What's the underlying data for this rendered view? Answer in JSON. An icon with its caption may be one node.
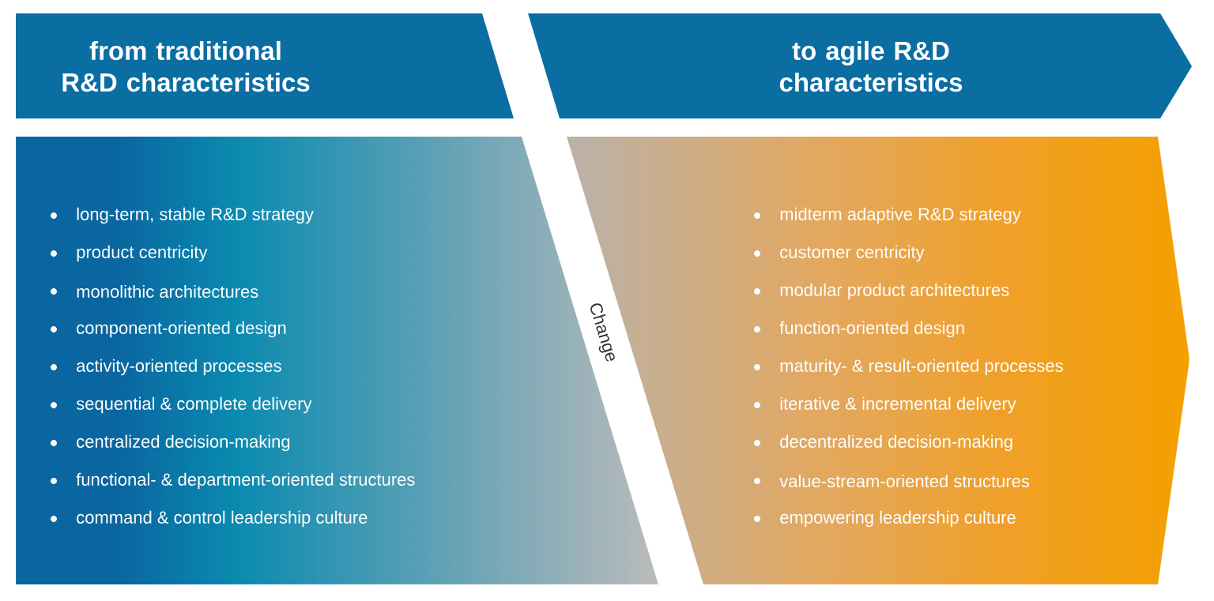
{
  "diagram": {
    "nodes": [
      {
        "text": [
          "from traditional R&D characteristics"
        ]
      },
      {
        "text": [
          "to agile R&D characteristics"
        ]
      },
      {
        "text": [
          "long-term, stable R&D strategy",
          "product centricity",
          "monolithic architectures",
          "component-oriented design",
          "activity-oriented processes",
          "sequential & complete delivery",
          "centralized decision-making",
          "functional- & department-oriented structures",
          "command & control leadership culture"
        ]
      },
      {
        "text": [
          "midterm adaptive R&D strategy",
          "customer centricity",
          "modular product architectures",
          "function-oriented design",
          "maturity- & result-oriented processes",
          "iterative & incremental delivery",
          "decentralized decision-making",
          "value-stream-oriented structures",
          "empowering leadership culture"
        ]
      }
    ],
    "labels": [
      "Change"
    ]
  }
}
